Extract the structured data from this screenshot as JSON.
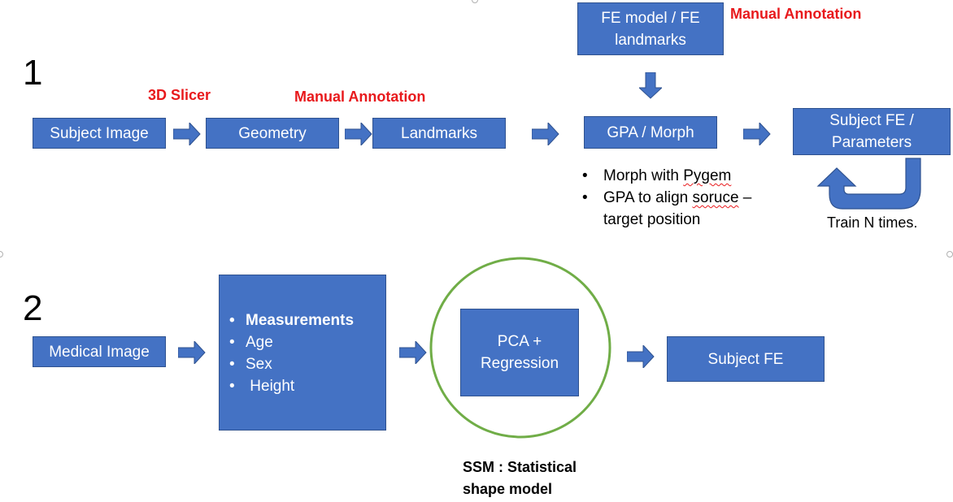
{
  "section1": {
    "number": "1",
    "labels": {
      "slicer": "3D Slicer",
      "manual_annotation_mid": "Manual Annotation",
      "manual_annotation_top": "Manual Annotation"
    },
    "boxes": {
      "subject_image": "Subject Image",
      "geometry": "Geometry",
      "landmarks": "Landmarks",
      "fe_model_line1": "FE model / FE",
      "fe_model_line2": "landmarks",
      "gpa_morph": "GPA / Morph",
      "subject_fe_line1": "Subject FE /",
      "subject_fe_line2": "Parameters"
    },
    "notes": {
      "item1_prefix": "Morph with ",
      "item1_underlined": "Pygem",
      "item2_prefix": "GPA to align ",
      "item2_underlined": "soruce",
      "item2_suffix": " –",
      "item2_line2": "target position"
    },
    "loop_label": "Train N times."
  },
  "section2": {
    "number": "2",
    "boxes": {
      "medical_image": "Medical Image",
      "measurements": [
        "Measurements",
        "Age",
        "Sex",
        " Height"
      ],
      "pca_line1": "PCA +",
      "pca_line2": "Regression",
      "subject_fe": "Subject FE"
    },
    "ssm_caption_line1": "SSM : Statistical",
    "ssm_caption_line2": "shape model"
  },
  "colors": {
    "box_fill": "#4472c4",
    "box_border": "#2f528f",
    "red_label": "#e8191c",
    "circle": "#70ad47"
  }
}
